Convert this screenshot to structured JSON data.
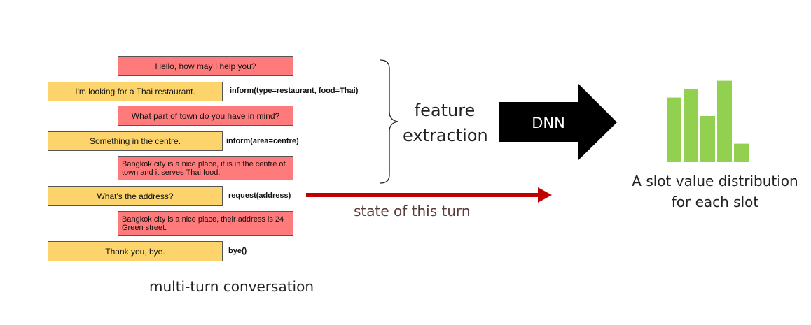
{
  "conversation": {
    "turns": [
      {
        "speaker": "system",
        "text": "Hello, how may I help you?"
      },
      {
        "speaker": "user",
        "text": "I'm looking for a Thai restaurant.",
        "act": "inform(type=restaurant, food=Thai)"
      },
      {
        "speaker": "system",
        "text": "What part of town do you have in mind?"
      },
      {
        "speaker": "user",
        "text": "Something in the centre.",
        "act": "inform(area=centre)"
      },
      {
        "speaker": "system",
        "text": "Bangkok city is a nice place, it is in the centre of town and it serves Thai food."
      },
      {
        "speaker": "user",
        "text": "What's the address?",
        "act": "request(address)"
      },
      {
        "speaker": "system",
        "text": "Bangkok city is a nice place, their address is 24 Green street."
      },
      {
        "speaker": "user",
        "text": "Thank you, bye.",
        "act": "bye()"
      }
    ],
    "label": "multi-turn conversation"
  },
  "feature_extraction": {
    "line1": "feature",
    "line2": "extraction"
  },
  "dnn": {
    "label": "DNN"
  },
  "state": {
    "label": "state of this turn"
  },
  "distribution": {
    "line1": "A slot value distribution",
    "line2": "for each slot",
    "bar_levels": [
      0.77,
      0.87,
      0.55,
      0.97,
      0.22
    ],
    "bar_color": "#92d050"
  },
  "colors": {
    "system_box": "#ff7b7b",
    "user_box": "#fdd36b",
    "arrow_state": "#c00000",
    "dnn_arrow": "#000000"
  }
}
